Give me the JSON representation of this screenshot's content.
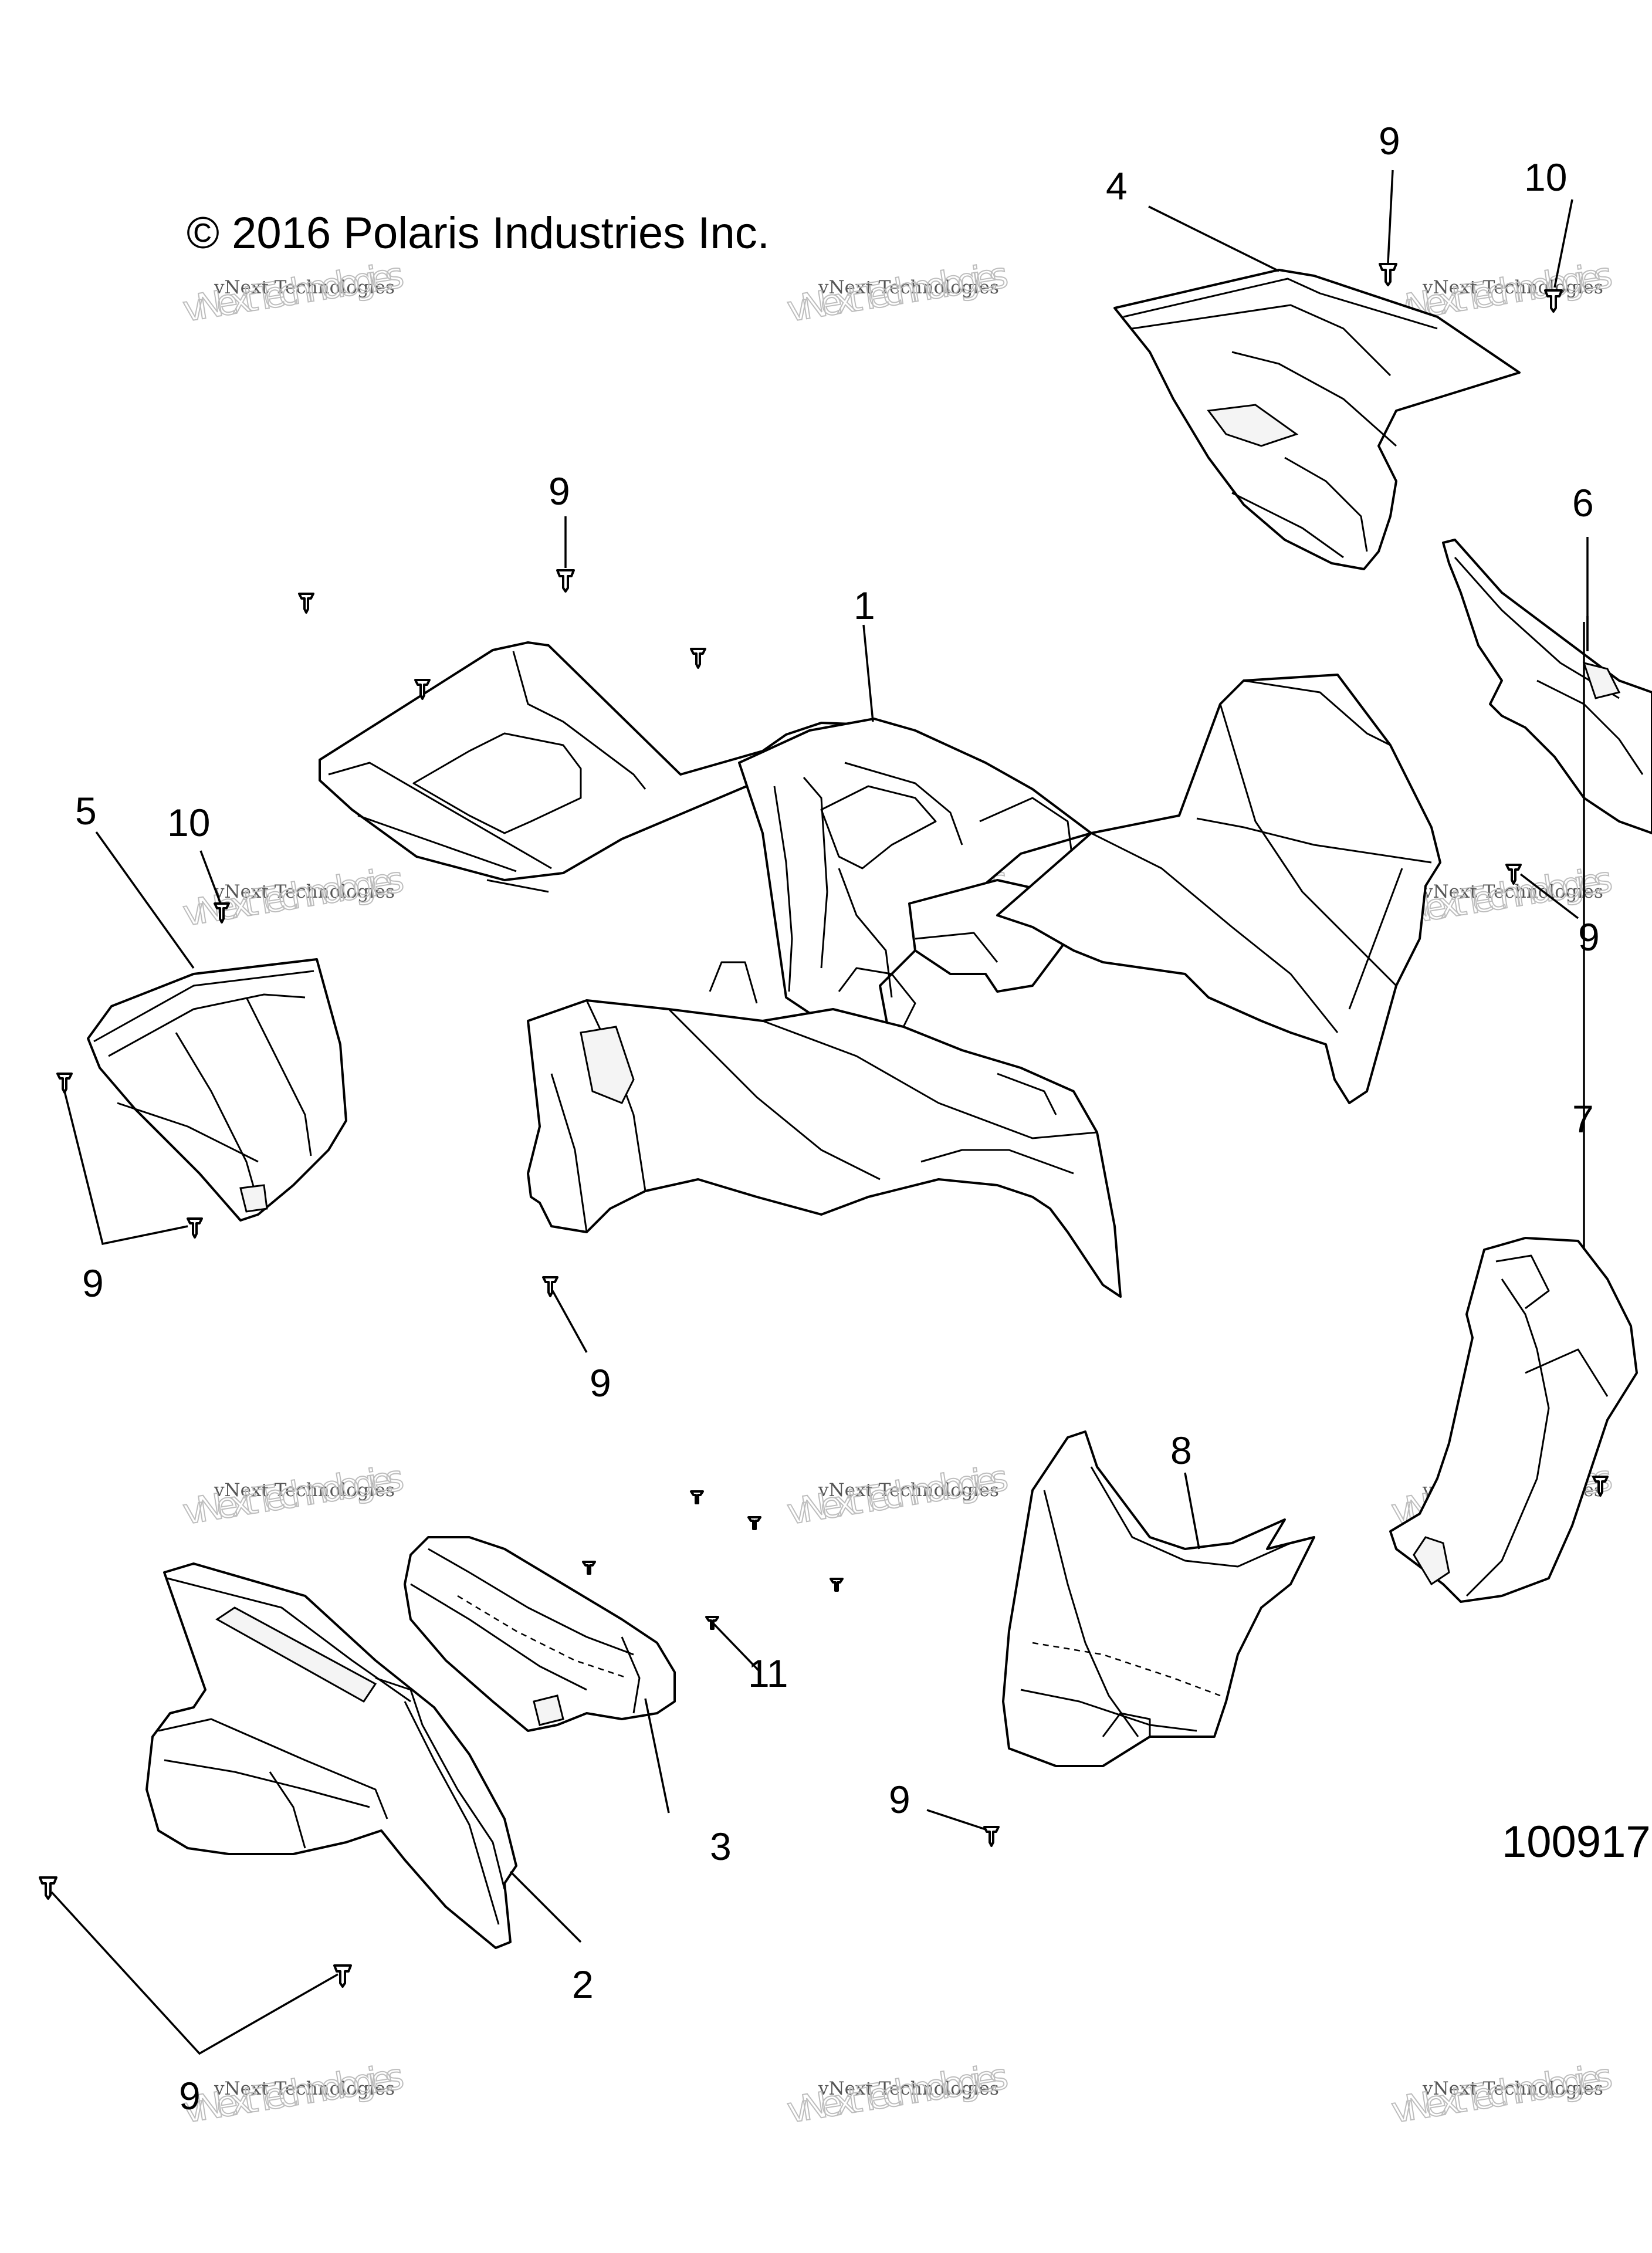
{
  "copyright": "© 2016 Polaris Industries Inc.",
  "diagram_number": "100917",
  "watermark": {
    "line1": "vNext Technologies",
    "line2": "vNext Technologies"
  },
  "callouts": {
    "c1": "1",
    "c2": "2",
    "c3": "3",
    "c4": "4",
    "c5": "5",
    "c6": "6",
    "c7": "7",
    "c8": "8",
    "c9a": "9",
    "c9b": "9",
    "c9c": "9",
    "c9d": "9",
    "c9e": "9",
    "c9f": "9",
    "c9g": "9",
    "c10a": "10",
    "c10b": "10",
    "c11": "11"
  }
}
